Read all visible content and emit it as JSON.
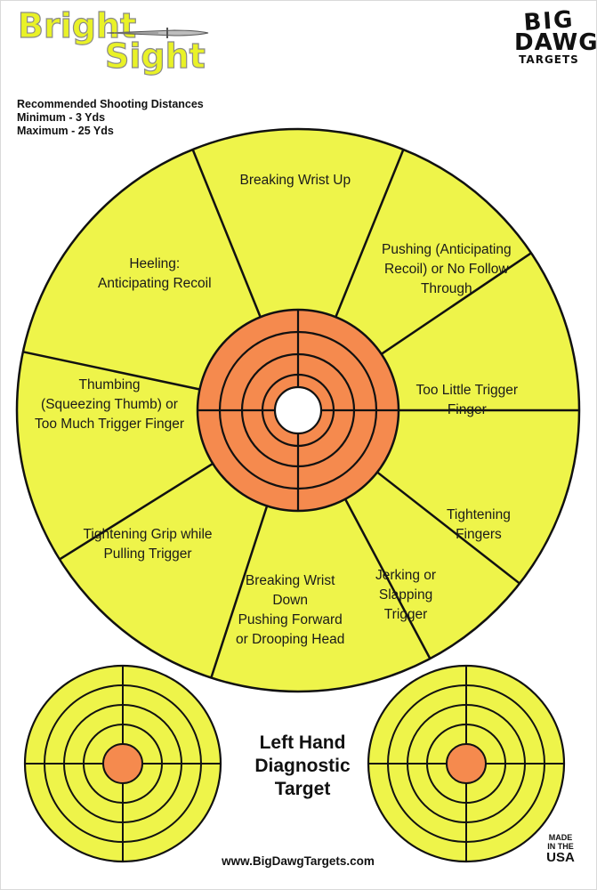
{
  "brand": {
    "logo_line1": "Bright",
    "logo_line2": "Sight",
    "maker_line1": "BIG",
    "maker_line2": "DAWG",
    "maker_line3": "TARGETS"
  },
  "distances": {
    "heading": "Recommended Shooting Distances",
    "minimum": "Minimum - 3 Yds",
    "maximum": "Maximum - 25 Yds"
  },
  "segments": [
    {
      "lines": [
        "Breaking Wrist Up"
      ]
    },
    {
      "lines": [
        "Pushing (Anticipating",
        "Recoil) or No Follow",
        "Through"
      ]
    },
    {
      "lines": [
        "Too Little Trigger",
        "Finger"
      ]
    },
    {
      "lines": [
        "Tightening",
        "Fingers"
      ]
    },
    {
      "lines": [
        "Jerking or",
        "Slapping",
        "Trigger"
      ]
    },
    {
      "lines": [
        "Breaking Wrist",
        "Down",
        "Pushing Forward",
        "or Drooping Head"
      ]
    },
    {
      "lines": [
        "Tightening Grip while",
        "Pulling Trigger"
      ]
    },
    {
      "lines": [
        "Thumbing",
        "(Squeezing Thumb) or",
        "Too Much Trigger Finger"
      ]
    },
    {
      "lines": [
        "Heeling:",
        "Anticipating Recoil"
      ]
    }
  ],
  "diagnostic_title": [
    "Left Hand",
    "Diagnostic",
    "Target"
  ],
  "website": "www.BigDawgTargets.com",
  "made_in": {
    "line1": "MADE",
    "line2": "IN THE",
    "line3": "USA"
  },
  "colors": {
    "yellow": "#eef44a",
    "orange": "#f58a4e",
    "line": "#111111"
  }
}
